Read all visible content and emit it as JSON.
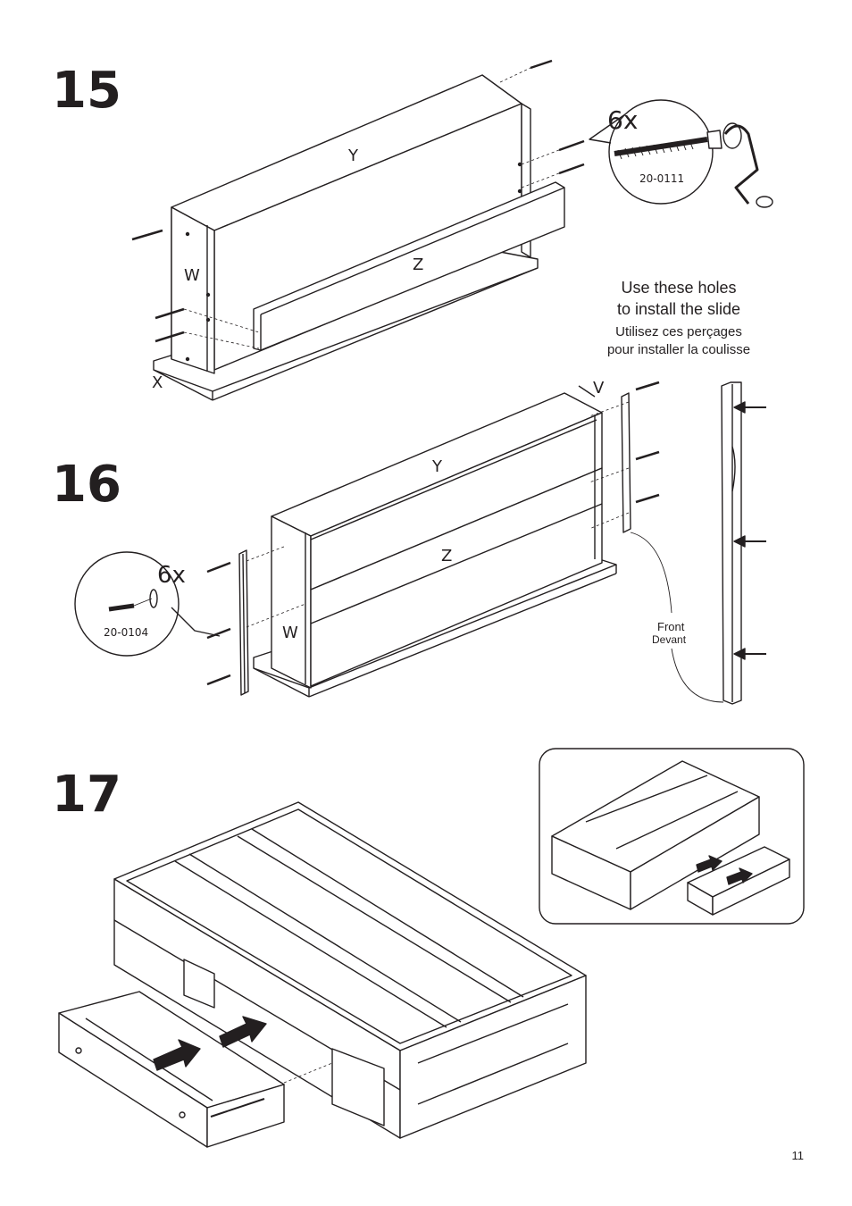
{
  "steps": {
    "s15": "15",
    "s16": "16",
    "s17": "17"
  },
  "step15": {
    "panel_y": "Y",
    "panel_z": "Z",
    "panel_w": "W",
    "panel_x": "X",
    "qty": "6x",
    "part_code": "20-0111"
  },
  "step16": {
    "panel_y": "Y",
    "panel_z": "Z",
    "panel_w": "W",
    "panel_v": "V",
    "qty": "6x",
    "part_code": "20-0104",
    "note_en_line1": "Use these holes",
    "note_en_line2": "to install the slide",
    "note_fr_line1": "Utilisez ces perçages",
    "note_fr_line2": "pour installer la coulisse",
    "front_en": "Front",
    "front_fr": "Devant"
  },
  "page_number": "11",
  "colors": {
    "ink": "#231f20",
    "paper": "#ffffff"
  }
}
